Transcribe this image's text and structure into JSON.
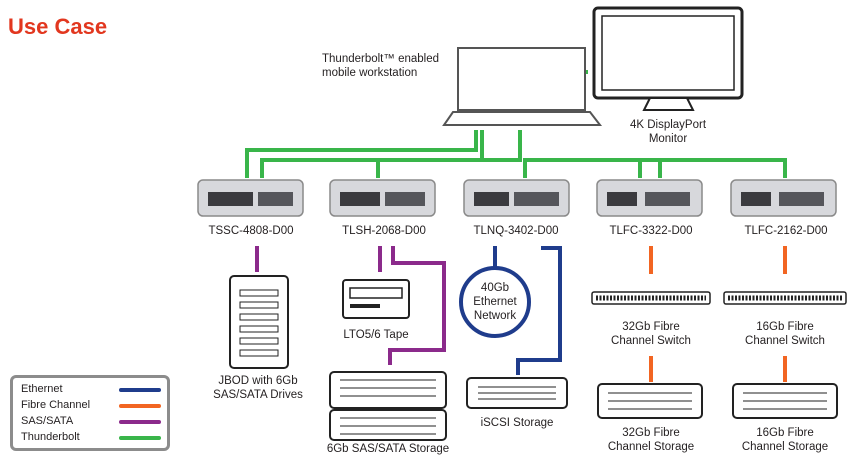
{
  "title": "Use Case",
  "workstation_label": "Thunderbolt™ enabled\nmobile workstation",
  "monitor_label": "4K DisplayPort\nMonitor",
  "devices": [
    {
      "label": "TSSC-4808-D00"
    },
    {
      "label": "TLSH-2068-D00"
    },
    {
      "label": "TLNQ-3402-D00"
    },
    {
      "label": "TLFC-3322-D00"
    },
    {
      "label": "TLFC-2162-D00"
    }
  ],
  "peripherals": {
    "jbod": "JBOD with 6Gb\nSAS/SATA Drives",
    "tape": "LTO5/6 Tape",
    "sas_storage": "6Gb SAS/SATA Storage",
    "ethernet_network": "40Gb\nEthernet\nNetwork",
    "iscsi": "iSCSI Storage",
    "switch_32": "32Gb Fibre\nChannel Switch",
    "storage_32": "32Gb Fibre\nChannel Storage",
    "switch_16": "16Gb Fibre\nChannel Switch",
    "storage_16": "16Gb Fibre\nChannel Storage"
  },
  "legend": [
    {
      "label": "Ethernet",
      "color": "#1f3c8c"
    },
    {
      "label": "Fibre Channel",
      "color": "#f26522"
    },
    {
      "label": "SAS/SATA",
      "color": "#8b2a8b"
    },
    {
      "label": "Thunderbolt",
      "color": "#39b54a"
    }
  ],
  "colors": {
    "title": "#e2371f",
    "thunderbolt": "#39b54a",
    "ethernet": "#1f3c8c",
    "fibre": "#f26522",
    "sas": "#8b2a8b"
  }
}
